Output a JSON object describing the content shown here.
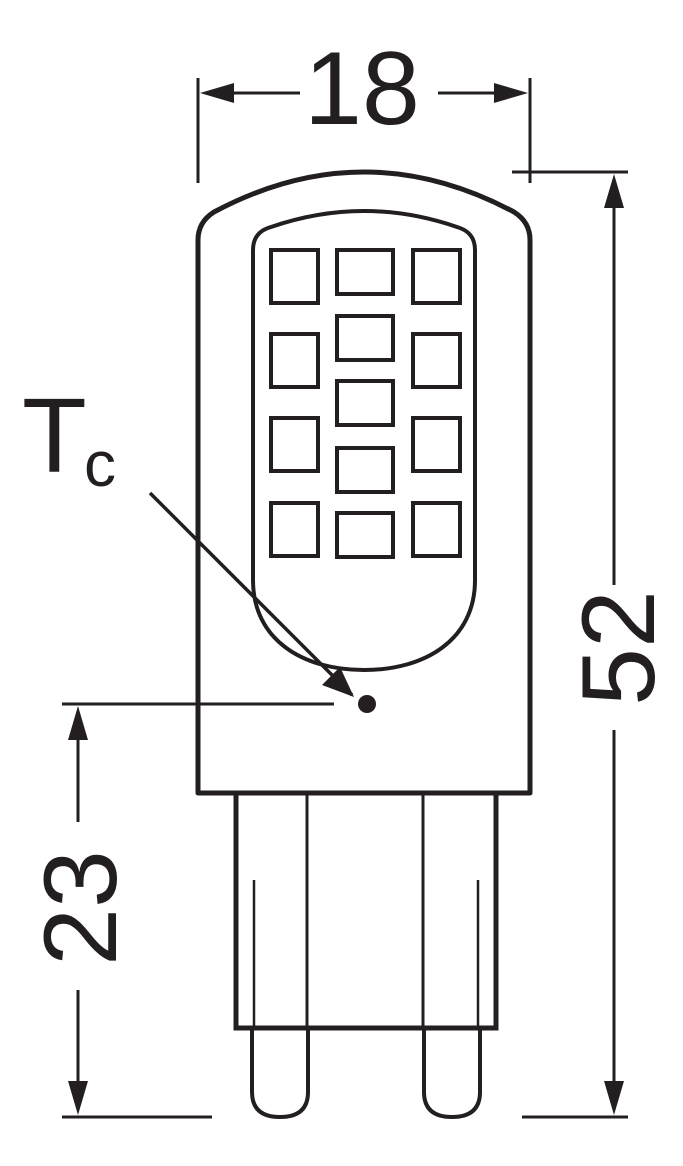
{
  "dimensions": {
    "width": "18",
    "total_height": "52",
    "tc_height": "23"
  },
  "tc_label": {
    "main": "T",
    "sub": "c"
  },
  "colors": {
    "ink": "#231f20",
    "background": "#ffffff"
  }
}
